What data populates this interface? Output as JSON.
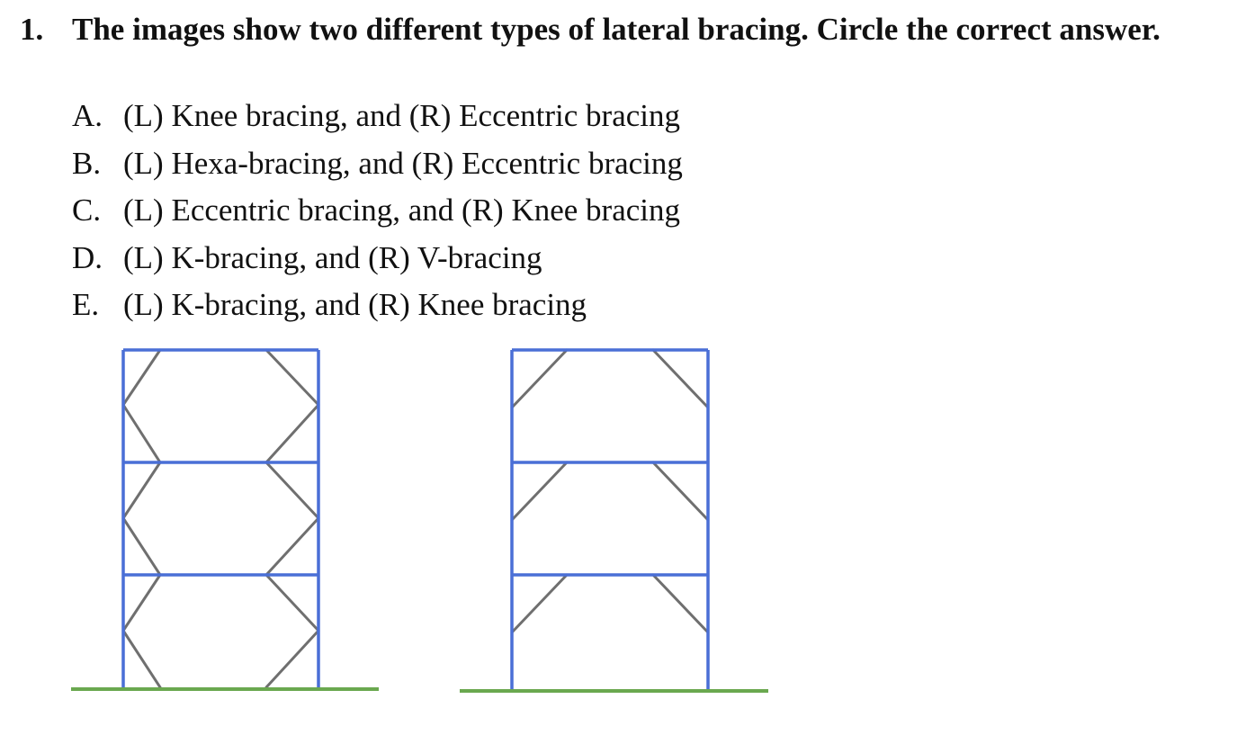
{
  "question": {
    "number": "1.",
    "text": "The images show two different types of lateral bracing. Circle the correct answer."
  },
  "options": [
    {
      "letter": "A.",
      "text": "(L) Knee bracing, and (R) Eccentric bracing"
    },
    {
      "letter": "B.",
      "text": "(L) Hexa-bracing, and (R) Eccentric bracing"
    },
    {
      "letter": "C.",
      "text": "(L) Eccentric bracing, and (R) Knee bracing"
    },
    {
      "letter": "D.",
      "text": "(L) K-bracing, and (R) V-bracing"
    },
    {
      "letter": "E.",
      "text": "(L) K-bracing, and (R) Knee bracing"
    }
  ],
  "figure": {
    "colors": {
      "frame": "#4a6fd6",
      "brace": "#6f6f6f",
      "ground": "#6aa84f"
    }
  }
}
